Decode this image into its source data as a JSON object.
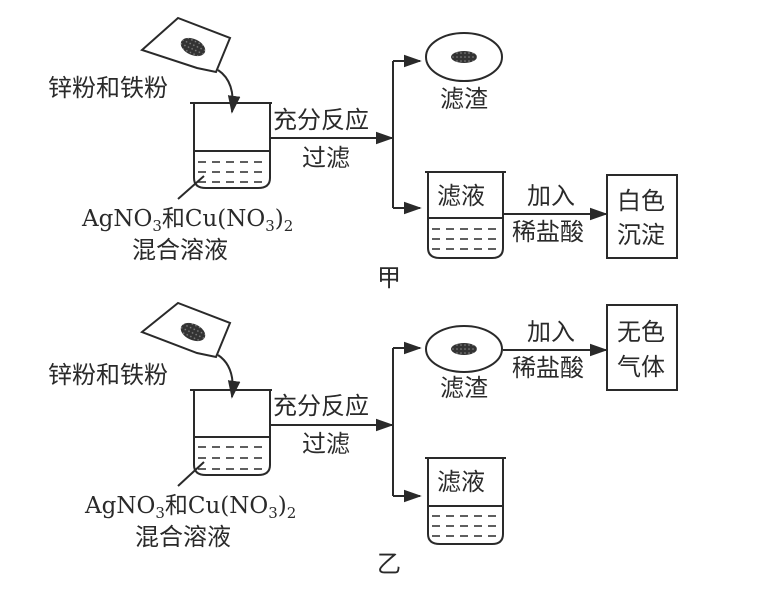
{
  "diagrams": [
    {
      "id": "jia",
      "caption": "甲",
      "powder_label": "锌粉和铁粉",
      "solution_label_parts": [
        "AgNO",
        "3",
        "和Cu(NO",
        "3",
        ")",
        "2"
      ],
      "solution_label_line2": "混合溶液",
      "step_label_top": "充分反应",
      "step_label_bottom": "过滤",
      "residue_label": "滤渣",
      "filtrate_label": "滤液",
      "reagent_top": "加入",
      "reagent_bottom": "稀盐酸",
      "reagent_applied_to": "filtrate",
      "result_line1": "白色",
      "result_line2": "沉淀"
    },
    {
      "id": "yi",
      "caption": "乙",
      "powder_label": "锌粉和铁粉",
      "solution_label_parts": [
        "AgNO",
        "3",
        "和Cu(NO",
        "3",
        ")",
        "2"
      ],
      "solution_label_line2": "混合溶液",
      "step_label_top": "充分反应",
      "step_label_bottom": "过滤",
      "residue_label": "滤渣",
      "filtrate_label": "滤液",
      "reagent_top": "加入",
      "reagent_bottom": "稀盐酸",
      "reagent_applied_to": "residue",
      "result_line1": "无色",
      "result_line2": "气体"
    }
  ]
}
